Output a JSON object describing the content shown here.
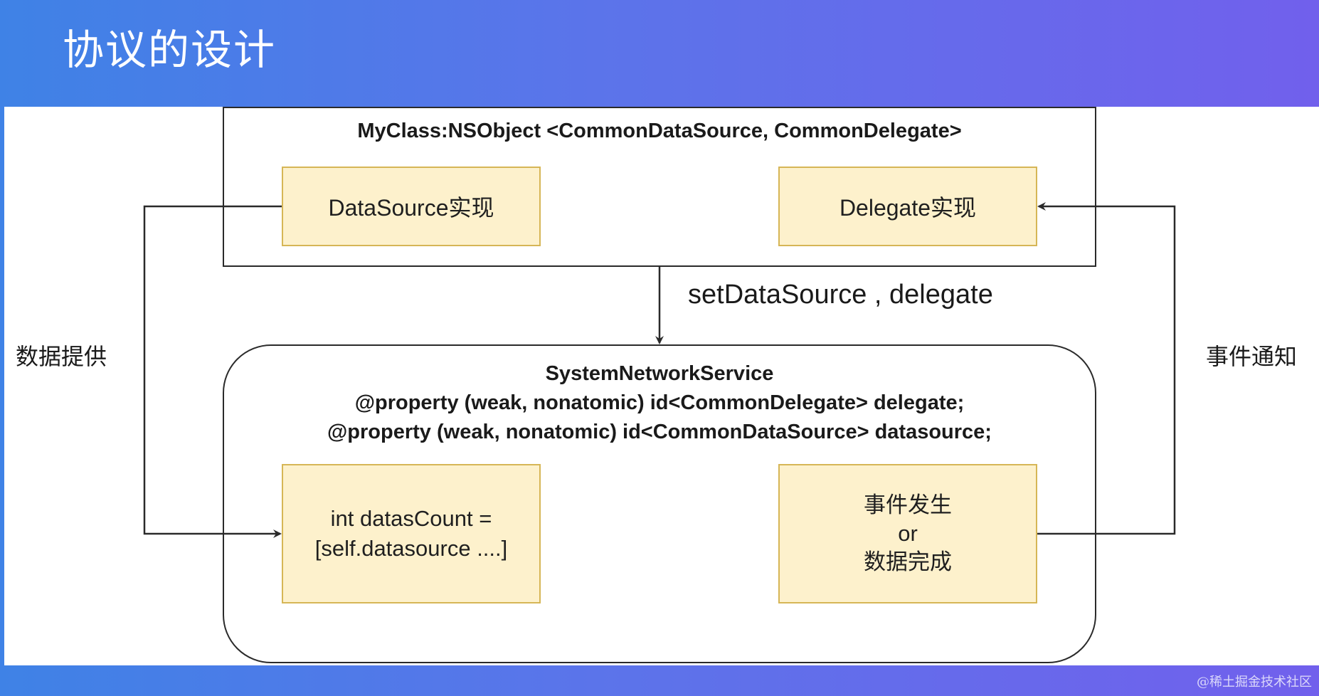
{
  "slide": {
    "title": "协议的设计",
    "credit": "@稀土掘金技术社区"
  },
  "diagram": {
    "class_box": {
      "header": "MyClass:NSObject <CommonDataSource, CommonDelegate>",
      "datasource_impl": "DataSource实现",
      "delegate_impl": "Delegate实现"
    },
    "connector_label": "setDataSource , delegate",
    "service_box": {
      "name": "SystemNetworkService",
      "delegate_property": "@property (weak, nonatomic) id<CommonDelegate> delegate;",
      "datasource_property": "@property (weak, nonatomic) id<CommonDataSource> datasource;",
      "count_line1": "int datasCount =",
      "count_line2": "[self.datasource ....]",
      "event_line1": "事件发生",
      "event_line2": "or",
      "event_line3": "数据完成"
    },
    "left_label": "数据提供",
    "right_label": "事件通知"
  },
  "colors": {
    "header_gradient_start": "#3f82e6",
    "header_gradient_end": "#7160ec",
    "node_fill": "#fdf1cc",
    "node_border": "#d6b656",
    "line": "#2a2a2a"
  }
}
